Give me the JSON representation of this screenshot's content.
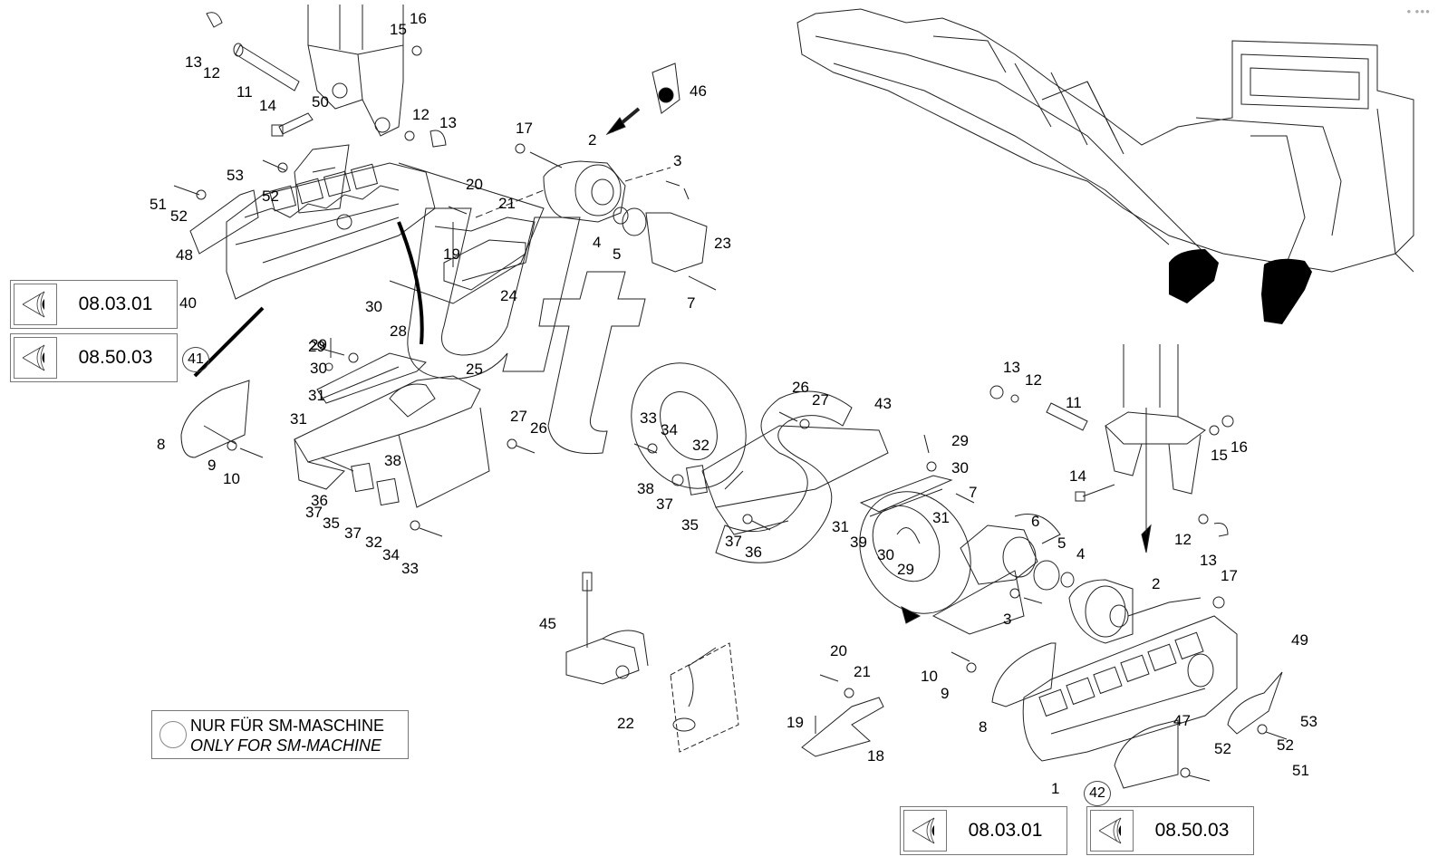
{
  "diagram": {
    "type": "exploded parts diagram",
    "watermark": "Autos",
    "reference_boxes": [
      {
        "id": "ref-left-1",
        "code": "08.03.01",
        "icon": "eye-view-icon"
      },
      {
        "id": "ref-left-2",
        "code": "08.50.03",
        "icon": "eye-view-icon"
      },
      {
        "id": "ref-bottom-1",
        "code": "08.03.01",
        "icon": "eye-view-icon"
      },
      {
        "id": "ref-bottom-2",
        "code": "08.50.03",
        "icon": "eye-view-icon"
      }
    ],
    "note": {
      "german": "NUR FÜR SM-MASCHINE",
      "english": "ONLY FOR SM-MACHINE",
      "symbol": "circle-marker"
    },
    "labels": [
      {
        "t": "13"
      },
      {
        "t": "12"
      },
      {
        "t": "16"
      },
      {
        "t": "15"
      },
      {
        "t": "11"
      },
      {
        "t": "14"
      },
      {
        "t": "12"
      },
      {
        "t": "13"
      },
      {
        "t": "50"
      },
      {
        "t": "53"
      },
      {
        "t": "52"
      },
      {
        "t": "51"
      },
      {
        "t": "52"
      },
      {
        "t": "48"
      },
      {
        "t": "40"
      },
      {
        "t": "41",
        "circled": true
      },
      {
        "t": "20"
      },
      {
        "t": "21"
      },
      {
        "t": "19"
      },
      {
        "t": "24"
      },
      {
        "t": "17"
      },
      {
        "t": "2"
      },
      {
        "t": "46"
      },
      {
        "t": "3"
      },
      {
        "t": "4"
      },
      {
        "t": "5"
      },
      {
        "t": "23"
      },
      {
        "t": "7"
      },
      {
        "t": "29"
      },
      {
        "t": "30"
      },
      {
        "t": "28"
      },
      {
        "t": "29"
      },
      {
        "t": "30"
      },
      {
        "t": "31"
      },
      {
        "t": "31"
      },
      {
        "t": "25"
      },
      {
        "t": "8"
      },
      {
        "t": "9"
      },
      {
        "t": "10"
      },
      {
        "t": "27"
      },
      {
        "t": "26"
      },
      {
        "t": "36"
      },
      {
        "t": "37"
      },
      {
        "t": "35"
      },
      {
        "t": "37"
      },
      {
        "t": "38"
      },
      {
        "t": "32"
      },
      {
        "t": "34"
      },
      {
        "t": "33"
      },
      {
        "t": "26"
      },
      {
        "t": "27"
      },
      {
        "t": "43"
      },
      {
        "t": "33"
      },
      {
        "t": "34"
      },
      {
        "t": "32"
      },
      {
        "t": "38"
      },
      {
        "t": "37"
      },
      {
        "t": "35"
      },
      {
        "t": "37"
      },
      {
        "t": "36"
      },
      {
        "t": "29"
      },
      {
        "t": "30"
      },
      {
        "t": "7"
      },
      {
        "t": "31"
      },
      {
        "t": "39"
      },
      {
        "t": "31"
      },
      {
        "t": "30"
      },
      {
        "t": "29"
      },
      {
        "t": "6"
      },
      {
        "t": "5"
      },
      {
        "t": "4"
      },
      {
        "t": "13"
      },
      {
        "t": "12"
      },
      {
        "t": "11"
      },
      {
        "t": "15"
      },
      {
        "t": "16"
      },
      {
        "t": "14"
      },
      {
        "t": "12"
      },
      {
        "t": "13"
      },
      {
        "t": "17"
      },
      {
        "t": "2"
      },
      {
        "t": "3"
      },
      {
        "t": "45"
      },
      {
        "t": "22"
      },
      {
        "t": "20"
      },
      {
        "t": "21"
      },
      {
        "t": "19"
      },
      {
        "t": "18"
      },
      {
        "t": "10"
      },
      {
        "t": "9"
      },
      {
        "t": "8"
      },
      {
        "t": "49"
      },
      {
        "t": "47"
      },
      {
        "t": "52"
      },
      {
        "t": "53"
      },
      {
        "t": "52"
      },
      {
        "t": "51"
      },
      {
        "t": "1"
      },
      {
        "t": "42",
        "circled": true
      }
    ]
  }
}
